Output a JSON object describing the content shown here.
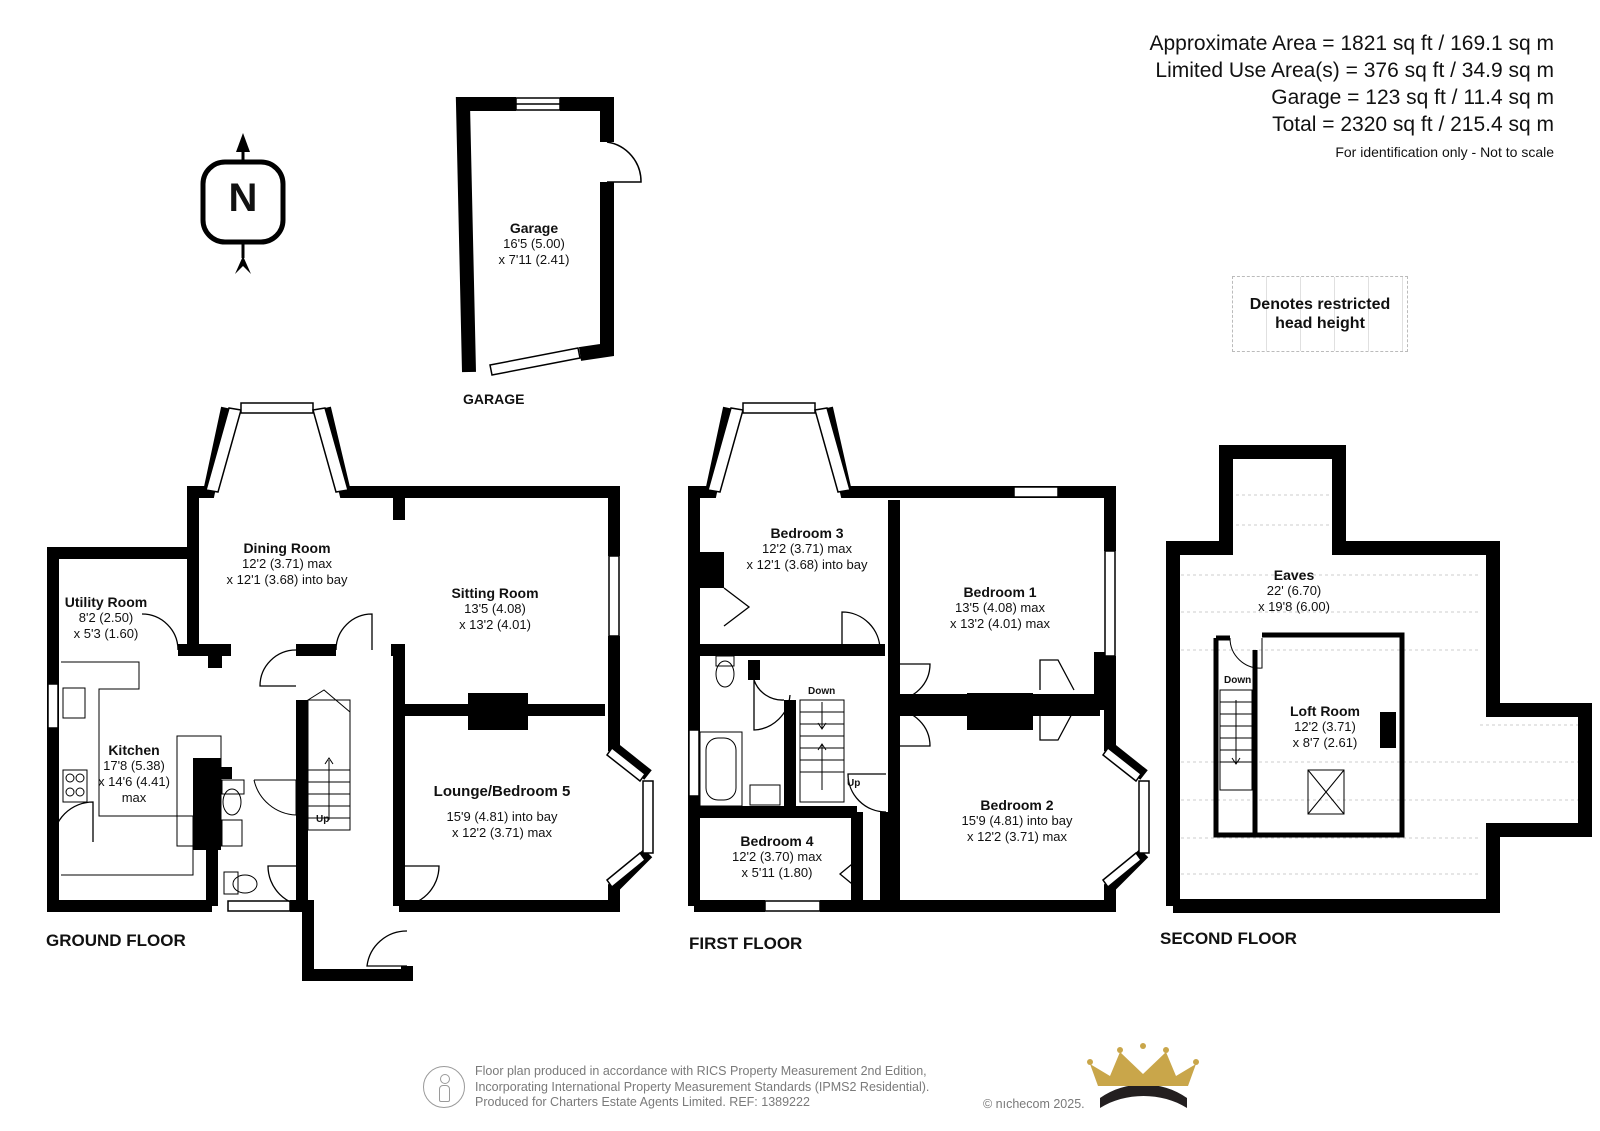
{
  "areas": {
    "approximate": "Approximate Area = 1821 sq ft / 169.1 sq m",
    "limited_use": "Limited Use Area(s) = 376 sq ft / 34.9 sq m",
    "garage": "Garage = 123 sq ft / 11.4 sq m",
    "total": "Total = 2320 sq ft / 215.4 sq m",
    "note": "For identification only - Not to scale"
  },
  "legend": {
    "line1": "Denotes restricted",
    "line2": "head height"
  },
  "compass": {
    "letter": "N"
  },
  "floors": {
    "ground": "GROUND FLOOR",
    "first": "FIRST FLOOR",
    "second": "SECOND FLOOR",
    "garage": "GARAGE"
  },
  "rooms": {
    "garage": {
      "name": "Garage",
      "l1": "16'5 (5.00)",
      "l2": "x 7'11 (2.41)"
    },
    "dining": {
      "name": "Dining Room",
      "l1": "12'2 (3.71) max",
      "l2": "x 12'1 (3.68) into bay"
    },
    "sitting": {
      "name": "Sitting Room",
      "l1": "13'5 (4.08)",
      "l2": "x 13'2 (4.01)"
    },
    "utility": {
      "name": "Utility Room",
      "l1": "8'2 (2.50)",
      "l2": "x 5'3 (1.60)"
    },
    "kitchen": {
      "name": "Kitchen",
      "l1": "17'8 (5.38)",
      "l2": "x 14'6 (4.41)",
      "l3": "max"
    },
    "lounge": {
      "name": "Lounge/Bedroom 5",
      "l1": "15'9 (4.81) into bay",
      "l2": "x 12'2 (3.71) max"
    },
    "bed3": {
      "name": "Bedroom 3",
      "l1": "12'2 (3.71) max",
      "l2": "x 12'1 (3.68) into bay"
    },
    "bed1": {
      "name": "Bedroom 1",
      "l1": "13'5 (4.08) max",
      "l2": "x 13'2 (4.01) max"
    },
    "bed4": {
      "name": "Bedroom 4",
      "l1": "12'2 (3.70) max",
      "l2": "x 5'11 (1.80)"
    },
    "bed2": {
      "name": "Bedroom 2",
      "l1": "15'9 (4.81) into bay",
      "l2": "x 12'2 (3.71) max"
    },
    "eaves": {
      "name": "Eaves",
      "l1": "22' (6.70)",
      "l2": "x 19'8 (6.00)"
    },
    "loft": {
      "name": "Loft Room",
      "l1": "12'2 (3.71)",
      "l2": "x 8'7 (2.61)"
    }
  },
  "stairs": {
    "up_ground": "Up",
    "down_first": "Down",
    "up_first": "Up",
    "down_second": "Down"
  },
  "footer": {
    "line1": "Floor plan produced in accordance with RICS Property Measurement 2nd Edition,",
    "line2": "Incorporating International Property Measurement Standards (IPMS2 Residential).",
    "line3": "Produced for Charters Estate Agents Limited.    REF: 1389222",
    "copyright": "© nıchecom 2025."
  },
  "colors": {
    "wall": "#000000",
    "text": "#111111",
    "footer_text": "#7a7a7a",
    "crown_gold": "#c9a64a",
    "crown_dark": "#231f20"
  }
}
